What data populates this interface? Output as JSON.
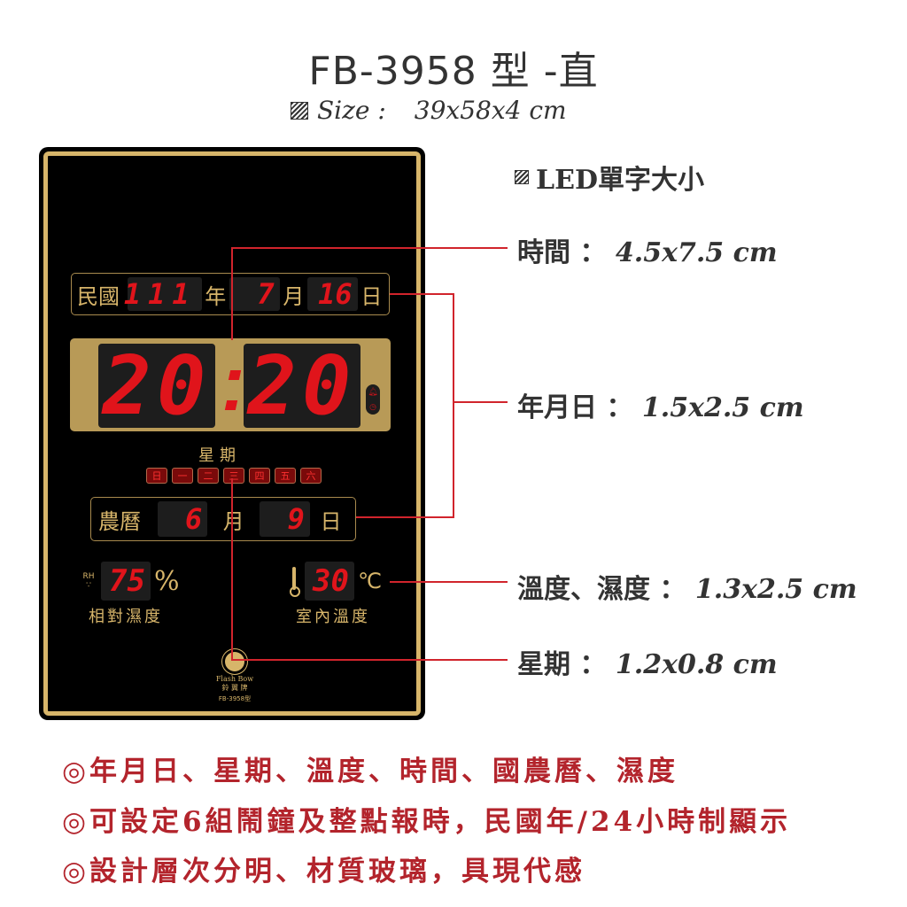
{
  "header": {
    "title": "FB-3958 型 -直",
    "size_label": "Size :",
    "size_value": "39x58x4 cm"
  },
  "clock": {
    "gregorian": {
      "prefix": "民國",
      "year": "111",
      "year_unit": "年",
      "month": "7",
      "month_unit": "月",
      "day": "16",
      "day_unit": "日"
    },
    "time": {
      "hours": "20",
      "minutes": "20",
      "alarm_icon": "bell",
      "hourly_icon": "clock"
    },
    "weekday": {
      "title": "星期",
      "days": [
        "日",
        "一",
        "二",
        "三",
        "四",
        "五",
        "六"
      ]
    },
    "lunar": {
      "prefix": "農曆",
      "month": "6",
      "month_unit": "月",
      "day": "9",
      "day_unit": "日"
    },
    "humidity": {
      "icon_label": "RH",
      "value": "75",
      "unit": "%",
      "caption": "相對濕度"
    },
    "temperature": {
      "value": "30",
      "unit": "℃",
      "caption": "室內溫度"
    },
    "logo": {
      "brand_en": "Flash Bow",
      "brand_zh": "鈴 翼 牌",
      "model": "FB-3958型"
    }
  },
  "annotations": {
    "heading": "LED單字大小",
    "items": [
      {
        "label": "時間",
        "sep": "：",
        "value": "4.5x7.5 cm"
      },
      {
        "label": "年月日",
        "sep": "：",
        "value": "1.5x2.5 cm"
      },
      {
        "label": "溫度、濕度",
        "sep": "：",
        "value": "1.3x2.5 cm"
      },
      {
        "label": "星期",
        "sep": "：",
        "value": "1.2x0.8 cm"
      }
    ]
  },
  "features": [
    "◎年月日、星期、溫度、時間、國農曆、濕度",
    "◎可設定6組鬧鐘及整點報時，民國年/24小時制顯示",
    "◎設計層次分明、材質玻璃，具現代感"
  ],
  "colors": {
    "gold": "#d7b56a",
    "led_red": "#e0141b",
    "annotation_line": "#d1242c",
    "feature_text": "#b3242c",
    "heading_text": "#333333"
  }
}
